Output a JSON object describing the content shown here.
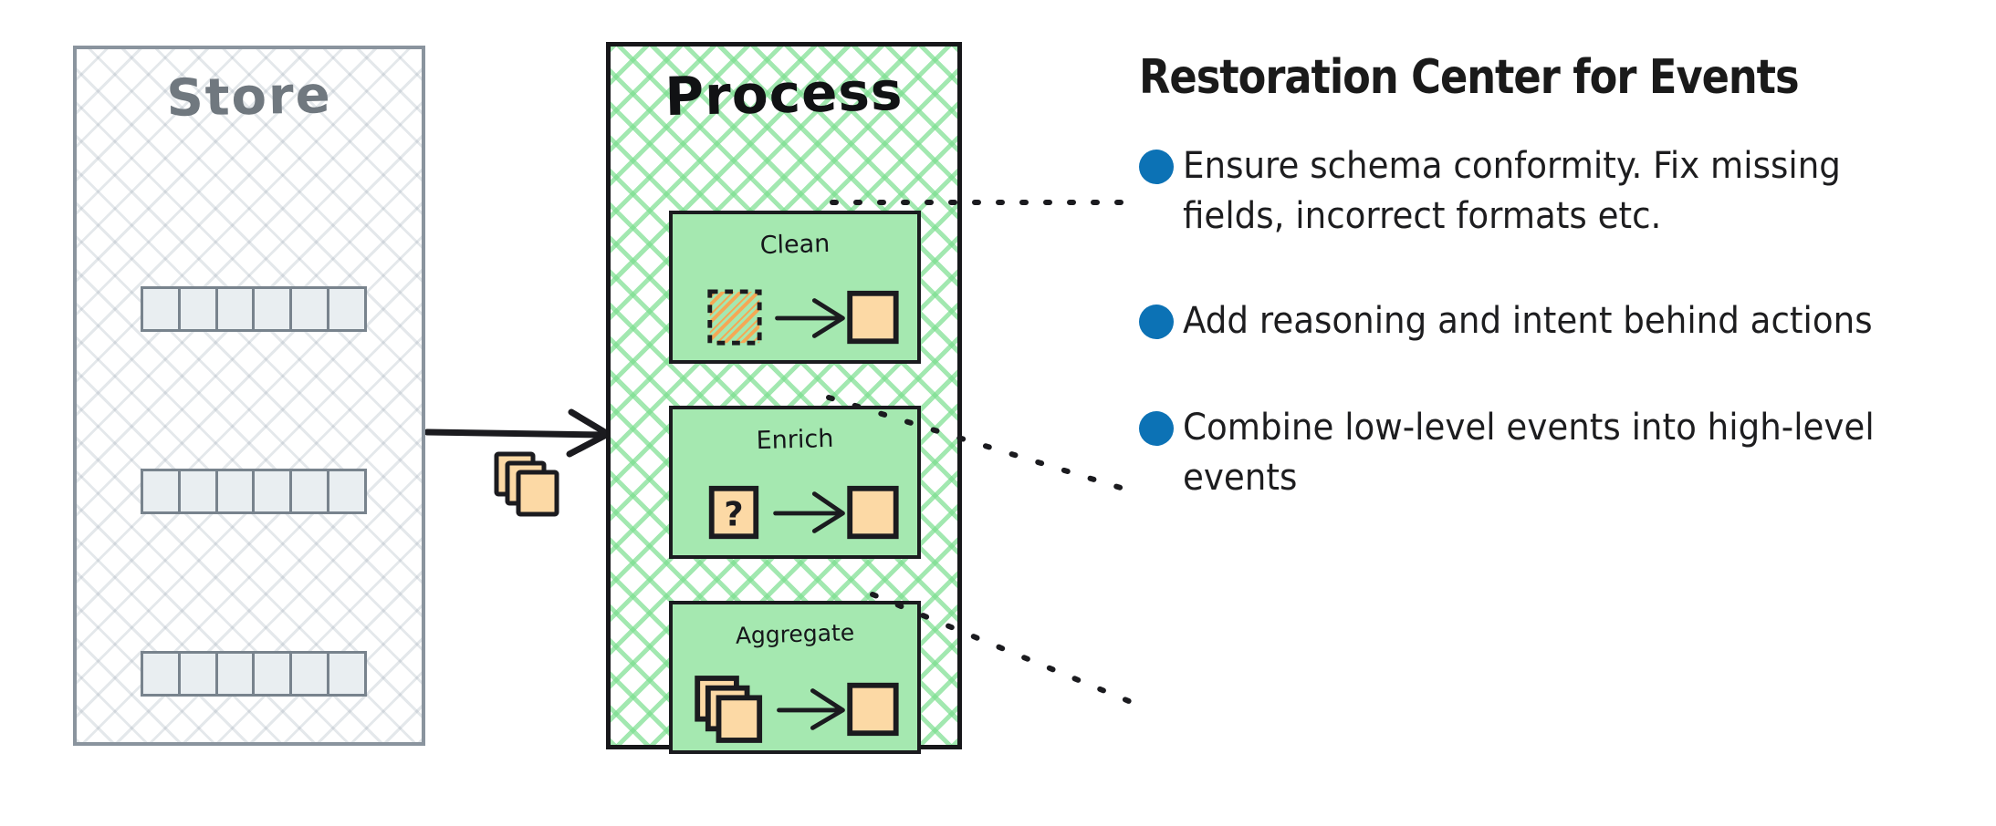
{
  "diagram": {
    "store": {
      "title": "Store",
      "rows": [
        {
          "cells": [
            "",
            "",
            "",
            "",
            "",
            ""
          ]
        },
        {
          "cells": [
            "",
            "",
            "",
            "",
            "",
            ""
          ]
        },
        {
          "cells": [
            "",
            "",
            "",
            "",
            "",
            ""
          ]
        }
      ],
      "border_color": "#8a949e",
      "hatch_color": "#8c9aa8"
    },
    "flow": {
      "arrow_label": "",
      "cards_icon": "stacked-cards-icon"
    },
    "process": {
      "title": "Process",
      "border_color": "#17171a",
      "hatch_color": "#7ade8e",
      "box_fill": "#a5e8b0",
      "steps": [
        {
          "label": "Clean",
          "input_icon": "dashed-hatched-square-icon",
          "arrow_icon": "right-arrow-icon",
          "output_icon": "orange-square-icon"
        },
        {
          "label": "Enrich",
          "input_icon": "question-square-icon",
          "input_glyph": "?",
          "arrow_icon": "right-arrow-icon",
          "output_icon": "orange-square-icon"
        },
        {
          "label": "Aggregate",
          "input_icon": "stacked-squares-icon",
          "arrow_icon": "right-arrow-icon",
          "output_icon": "orange-square-icon"
        }
      ]
    }
  },
  "info": {
    "heading": "Restoration Center for Events",
    "bullet_color": "#0c72b5",
    "items": [
      {
        "text": "Ensure schema conformity. Fix missing fields, incorrect formats etc."
      },
      {
        "text": "Add reasoning and intent behind actions"
      },
      {
        "text": "Combine low-level events into high-level events"
      }
    ]
  },
  "colors": {
    "orange_fill": "#fcd9a5",
    "orange_hatch": "#f5a855",
    "ink": "#1b1b1f",
    "store_cell_fill": "#e9eef1"
  }
}
